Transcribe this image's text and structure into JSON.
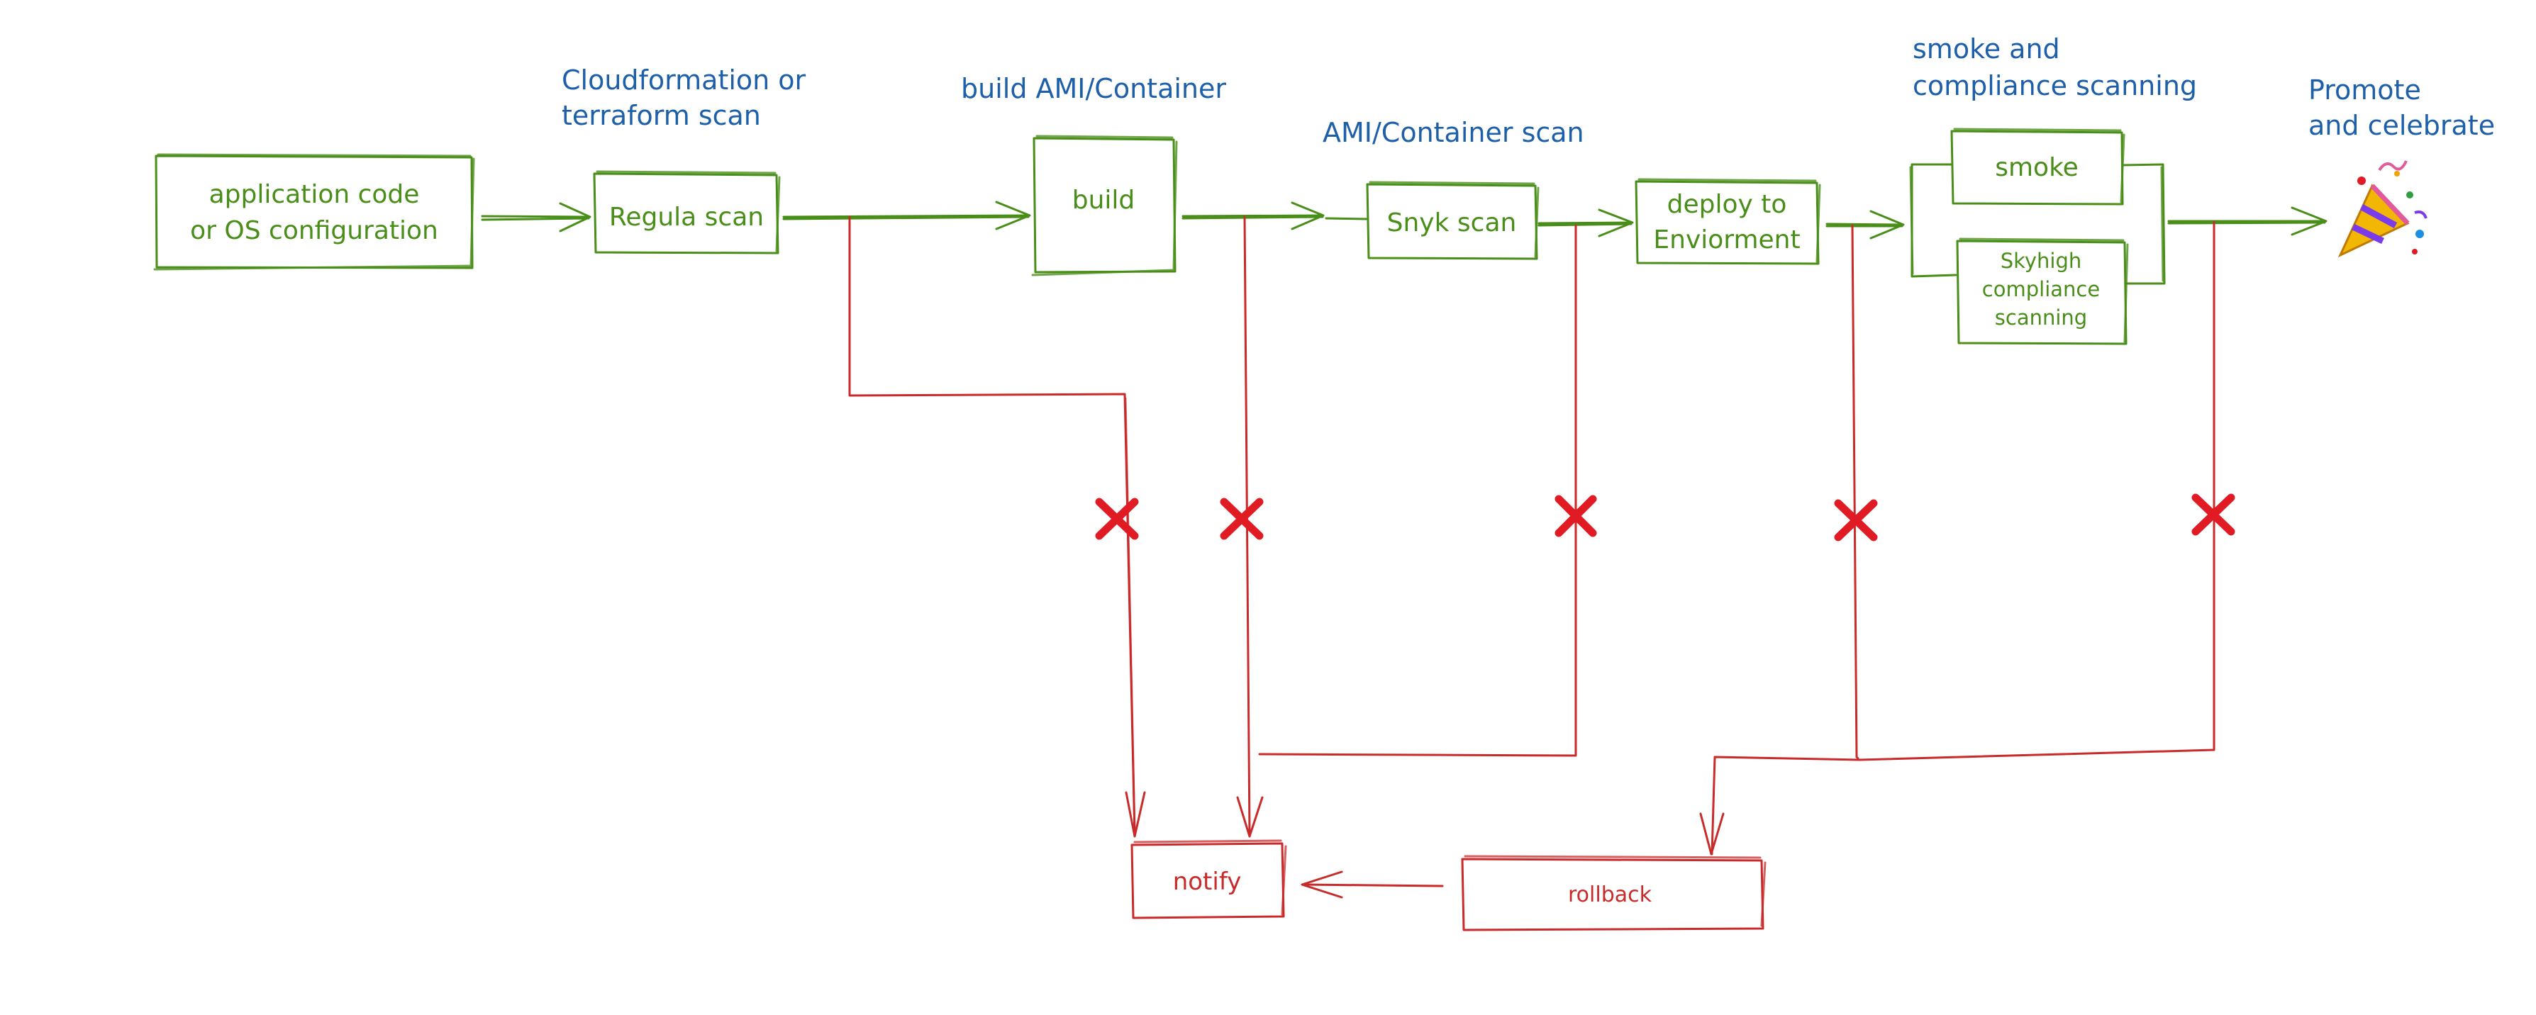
{
  "annotations": {
    "iac_scan": [
      "Cloudformation or",
      "terraform scan"
    ],
    "build": "build AMI/Container",
    "ami_scan": "AMI/Container scan",
    "smoke_compliance": [
      "smoke and",
      "compliance scanning"
    ],
    "promote": [
      "Promote",
      "and celebrate"
    ]
  },
  "nodes": {
    "source": [
      "application code",
      "or OS configuration"
    ],
    "regula": "Regula scan",
    "build": "build",
    "snyk": "Snyk scan",
    "deploy": [
      "deploy to",
      "Enviorment"
    ],
    "smoke": "smoke",
    "skyhigh": [
      "Skyhigh",
      "compliance",
      "scanning"
    ],
    "notify": "notify",
    "rollback": "rollback"
  },
  "icons": {
    "celebrate": "party-popper-icon",
    "fail": "red-x-icon"
  },
  "colors": {
    "success_path": "#4a8e1a",
    "failure_path": "#c92a2a",
    "annotation": "#1d5fa8",
    "fail_mark": "#e01b24"
  }
}
